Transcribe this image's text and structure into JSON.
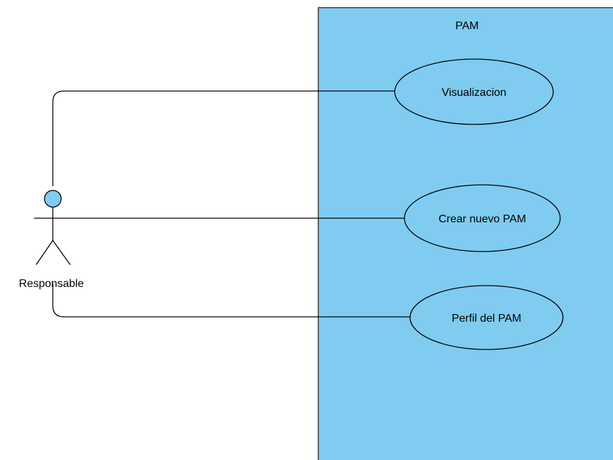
{
  "diagram": {
    "system": {
      "label": "PAM",
      "fill": "#7FCCF0",
      "stroke": "#3A3A3A"
    },
    "actor": {
      "label": "Responsable",
      "head_fill": "#7FCCF0",
      "stroke": "#000000"
    },
    "use_cases": [
      {
        "label": "Visualizacion"
      },
      {
        "label": "Crear nuevo PAM"
      },
      {
        "label": "Perfil del PAM"
      }
    ],
    "connector_color": "#000000"
  }
}
